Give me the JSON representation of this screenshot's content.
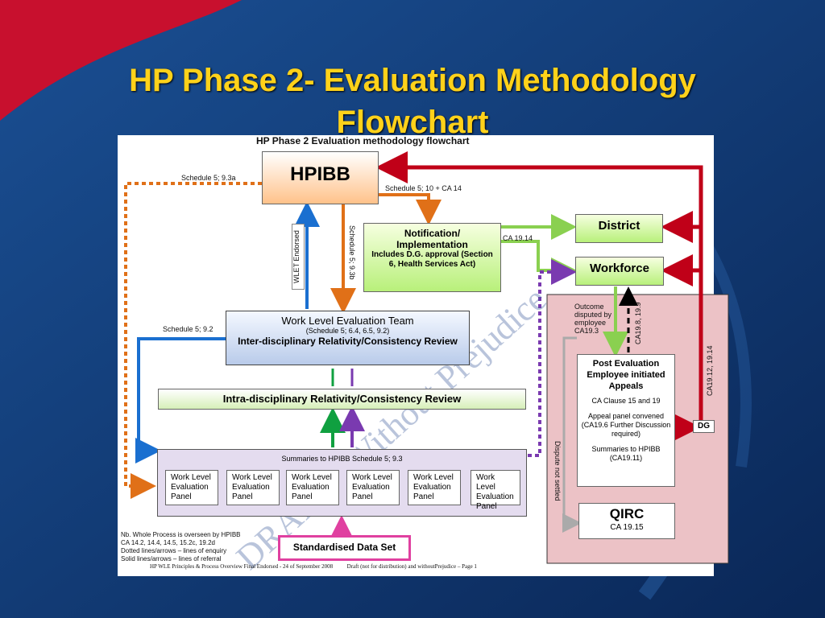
{
  "slide": {
    "title_line1": "HP Phase 2- Evaluation Methodology",
    "title_line2": "Flowchart",
    "subtitle": "HP Phase 2 Evaluation methodology flowchart",
    "watermark": "DRAFT - Without Prejudice",
    "footer": "HP WLE Principles & Process Overview Final Endorsed - 24 of September 2008          Draft (not for distribution) and withoutPrejudice – Page 1",
    "colors": {
      "background": "#0d2f66",
      "title": "#ffd21a",
      "red_corner": "#c8102e"
    }
  },
  "boxes": {
    "hpibb": "HPIBB",
    "notification_title": "Notification/ Implementation",
    "notification_detail": "Includes D.G. approval (Section 6, Health Services Act)",
    "district": "District",
    "workforce": "Workforce",
    "wlet_title": "Work Level Evaluation Team",
    "wlet_schedule": "(Schedule 5; 6.4, 6.5, 9.2)",
    "wlet_review": "Inter-disciplinary Relativity/Consistency Review",
    "intra_review": "Intra-disciplinary Relativity/Consistency Review",
    "summaries_header": "Summaries to HPIBB Schedule 5; 9.3",
    "panels": [
      "Work Level Evaluation Panel",
      "Work Level Evaluation Panel",
      "Work Level Evaluation Panel",
      "Work Level Evaluation Panel",
      "Work Level Evaluation Panel",
      "Work Level Evaluation Panel"
    ],
    "standardised": "Standardised Data Set",
    "post_eval_title": "Post Evaluation Employee initiated Appeals",
    "post_eval_clause": "CA Clause 15 and 19",
    "post_eval_panel": "Appeal panel convened (CA19.6 Further Discussion required)",
    "post_eval_summaries": "Summaries to HPIBB (CA19.11)",
    "qirc_title": "QIRC",
    "qirc_ref": "CA 19.15",
    "dg": "DG"
  },
  "labels": {
    "schedule_9_3a": "Schedule 5; 9.3a",
    "schedule_10": "Schedule 5; 10 + CA 14",
    "schedule_9_3b": "Schedule 5; 9.3b",
    "wlet_endorsed": "WLET Endorsed",
    "schedule_9_2": "Schedule 5; 9.2",
    "ca_19_14": "CA 19.14",
    "outcome_disputed": "Outcome disputed by employee CA19.3",
    "ca_19_8": "CA19.8, 19.9",
    "ca_19_12": "CA19.12, 19.14",
    "dispute": "Dispute not settled"
  },
  "notes": {
    "line1": "Nb. Whole Process is overseen by HPIBB",
    "line2": "CA 14.2, 14.4, 14.5, 15.2c, 19.2d",
    "line3": "Dotted lines/arrows – lines of enquiry",
    "line4": "Solid lines/arrows – lines of referral"
  }
}
